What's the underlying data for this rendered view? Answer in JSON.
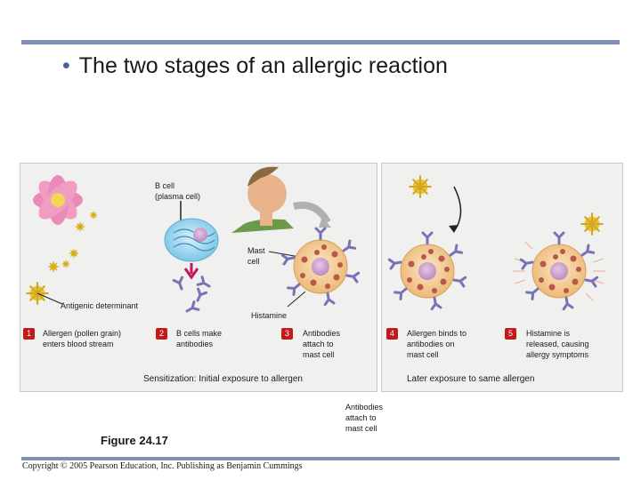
{
  "title": "The two stages of an allergic reaction",
  "labels": {
    "b_cell": "B cell\n(plasma cell)",
    "mast_cell": "Mast\ncell",
    "antigenic_determinant": "Antigenic determinant",
    "histamine": "Histamine",
    "antibodies_below": "Antibodies\nattach to\nmast cell"
  },
  "steps": [
    {
      "number": "1",
      "text": "Allergen (pollen grain)\nenters blood stream"
    },
    {
      "number": "2",
      "text": "B cells make\nantibodies"
    },
    {
      "number": "3",
      "text": "Antibodies\nattach to\nmast cell"
    },
    {
      "number": "4",
      "text": "Allergen binds to\nantibodies on\nmast cell"
    },
    {
      "number": "5",
      "text": "Histamine is\nreleased, causing\nallergy symptoms"
    }
  ],
  "captions": {
    "sensitization": "Sensitization: Initial exposure to allergen",
    "later": "Later exposure to same allergen"
  },
  "figure_label": "Figure 24.17",
  "copyright": "Copyright © 2005 Pearson Education, Inc. Publishing as Benjamin Cummings",
  "colors": {
    "accent_rule": "#7f8fb8",
    "step_badge": "#c21a1a",
    "antibody": "#7a72b8",
    "mast_cell": "#f2c98f",
    "histamine": "#b8574a",
    "pollen": "#e8c33a"
  }
}
